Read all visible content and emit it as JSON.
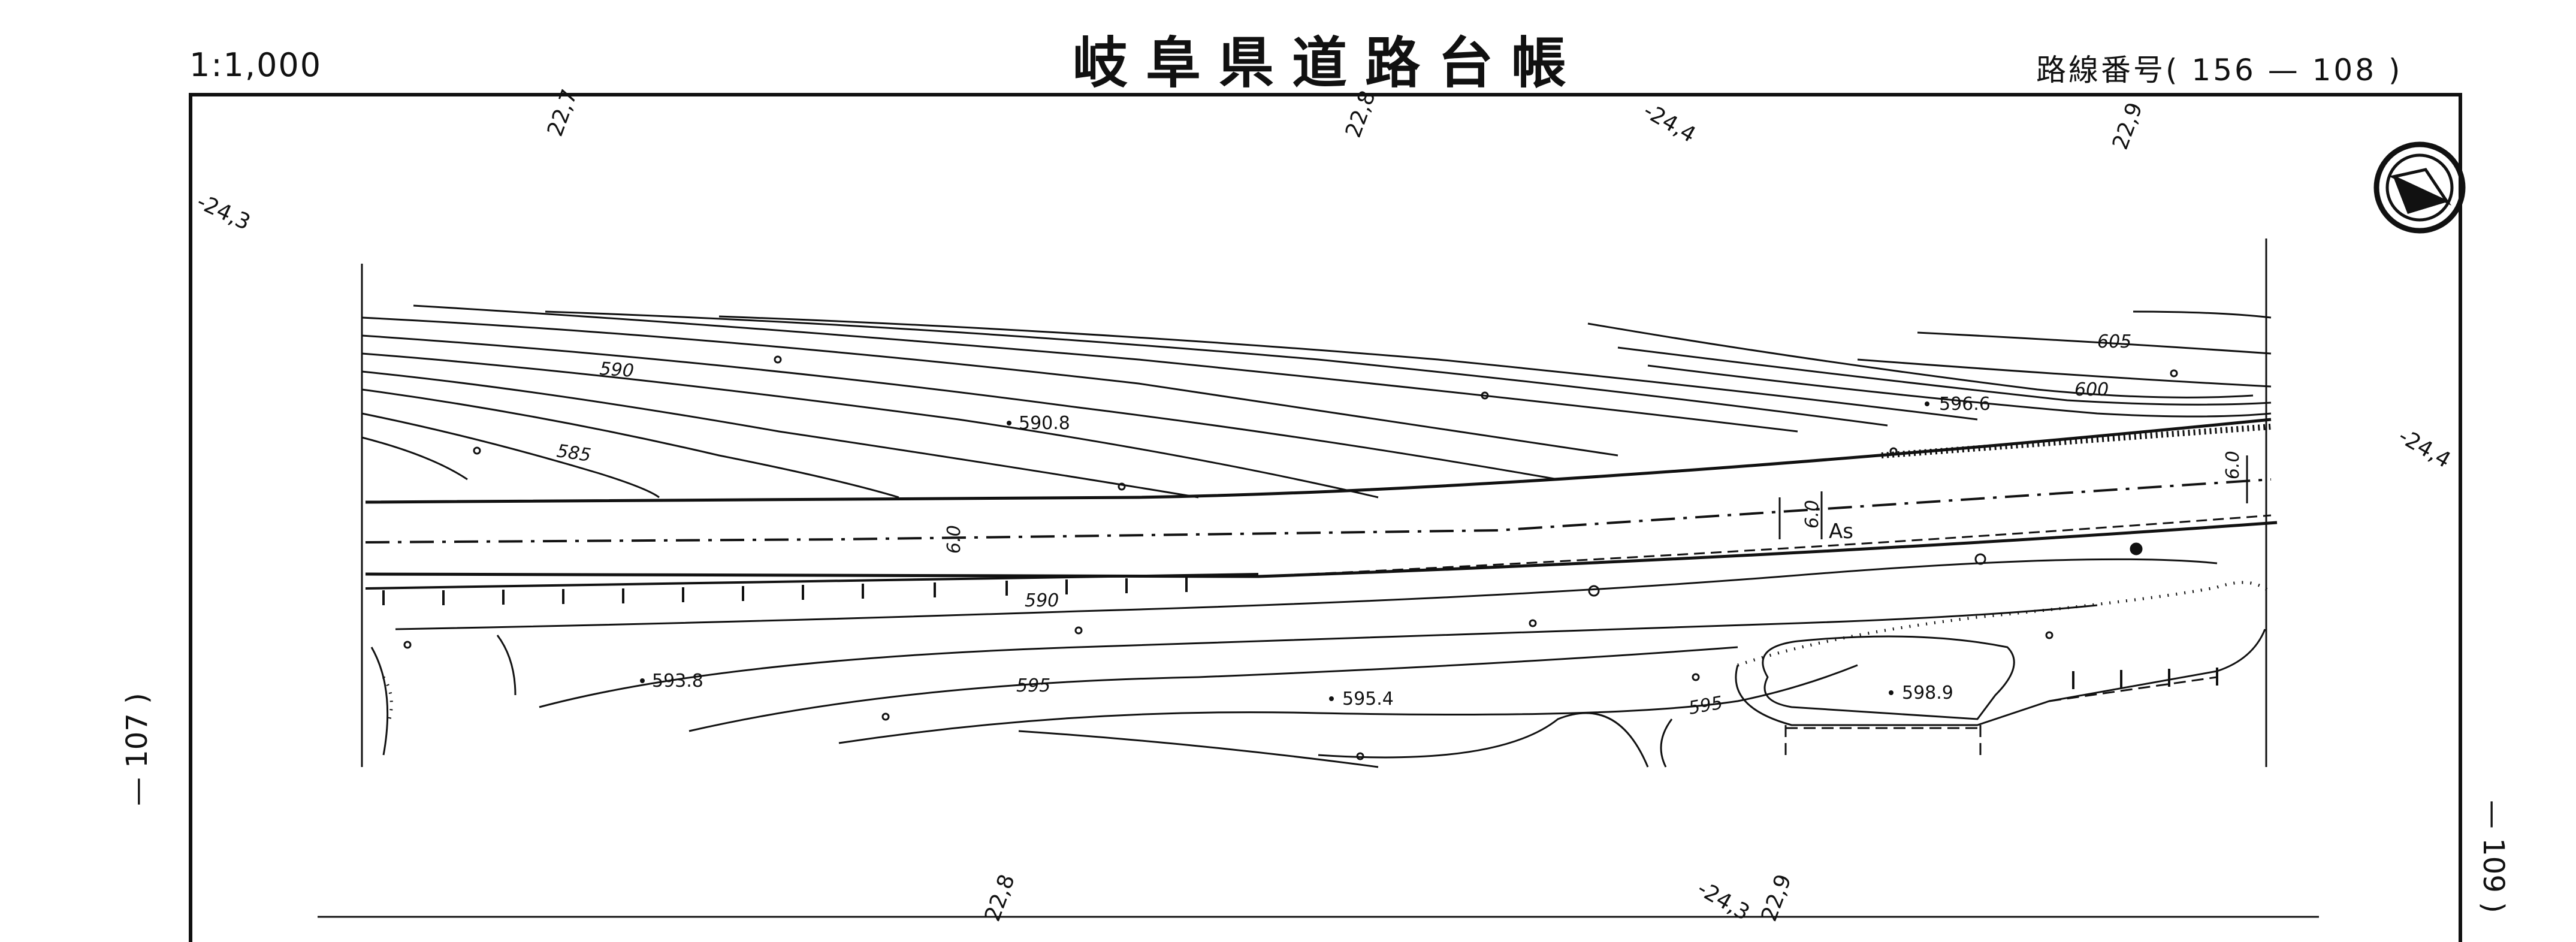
{
  "header": {
    "scale": "1:1,000",
    "title": "岐阜県道路台帳",
    "route_label": "路線番号",
    "route_number": "( 156  — 108  )"
  },
  "adjacent_sheets": {
    "left": "— 107 )",
    "right": "— 109 )"
  },
  "north_arrow_icon": "north-arrow-icon",
  "border_marks": [
    "22,7",
    "22,8",
    "-24,4",
    "22,9",
    "-24,3",
    "-24,4",
    "22,8",
    "-24,3",
    "22,9"
  ],
  "contours": [
    "590",
    "585",
    "590",
    "595",
    "595",
    "600",
    "605",
    "6.0",
    "6.0",
    "6.0"
  ],
  "spot_heights": [
    "590.8",
    "596.6",
    "593.8",
    "595.4",
    "598.9"
  ],
  "pavement": "As"
}
